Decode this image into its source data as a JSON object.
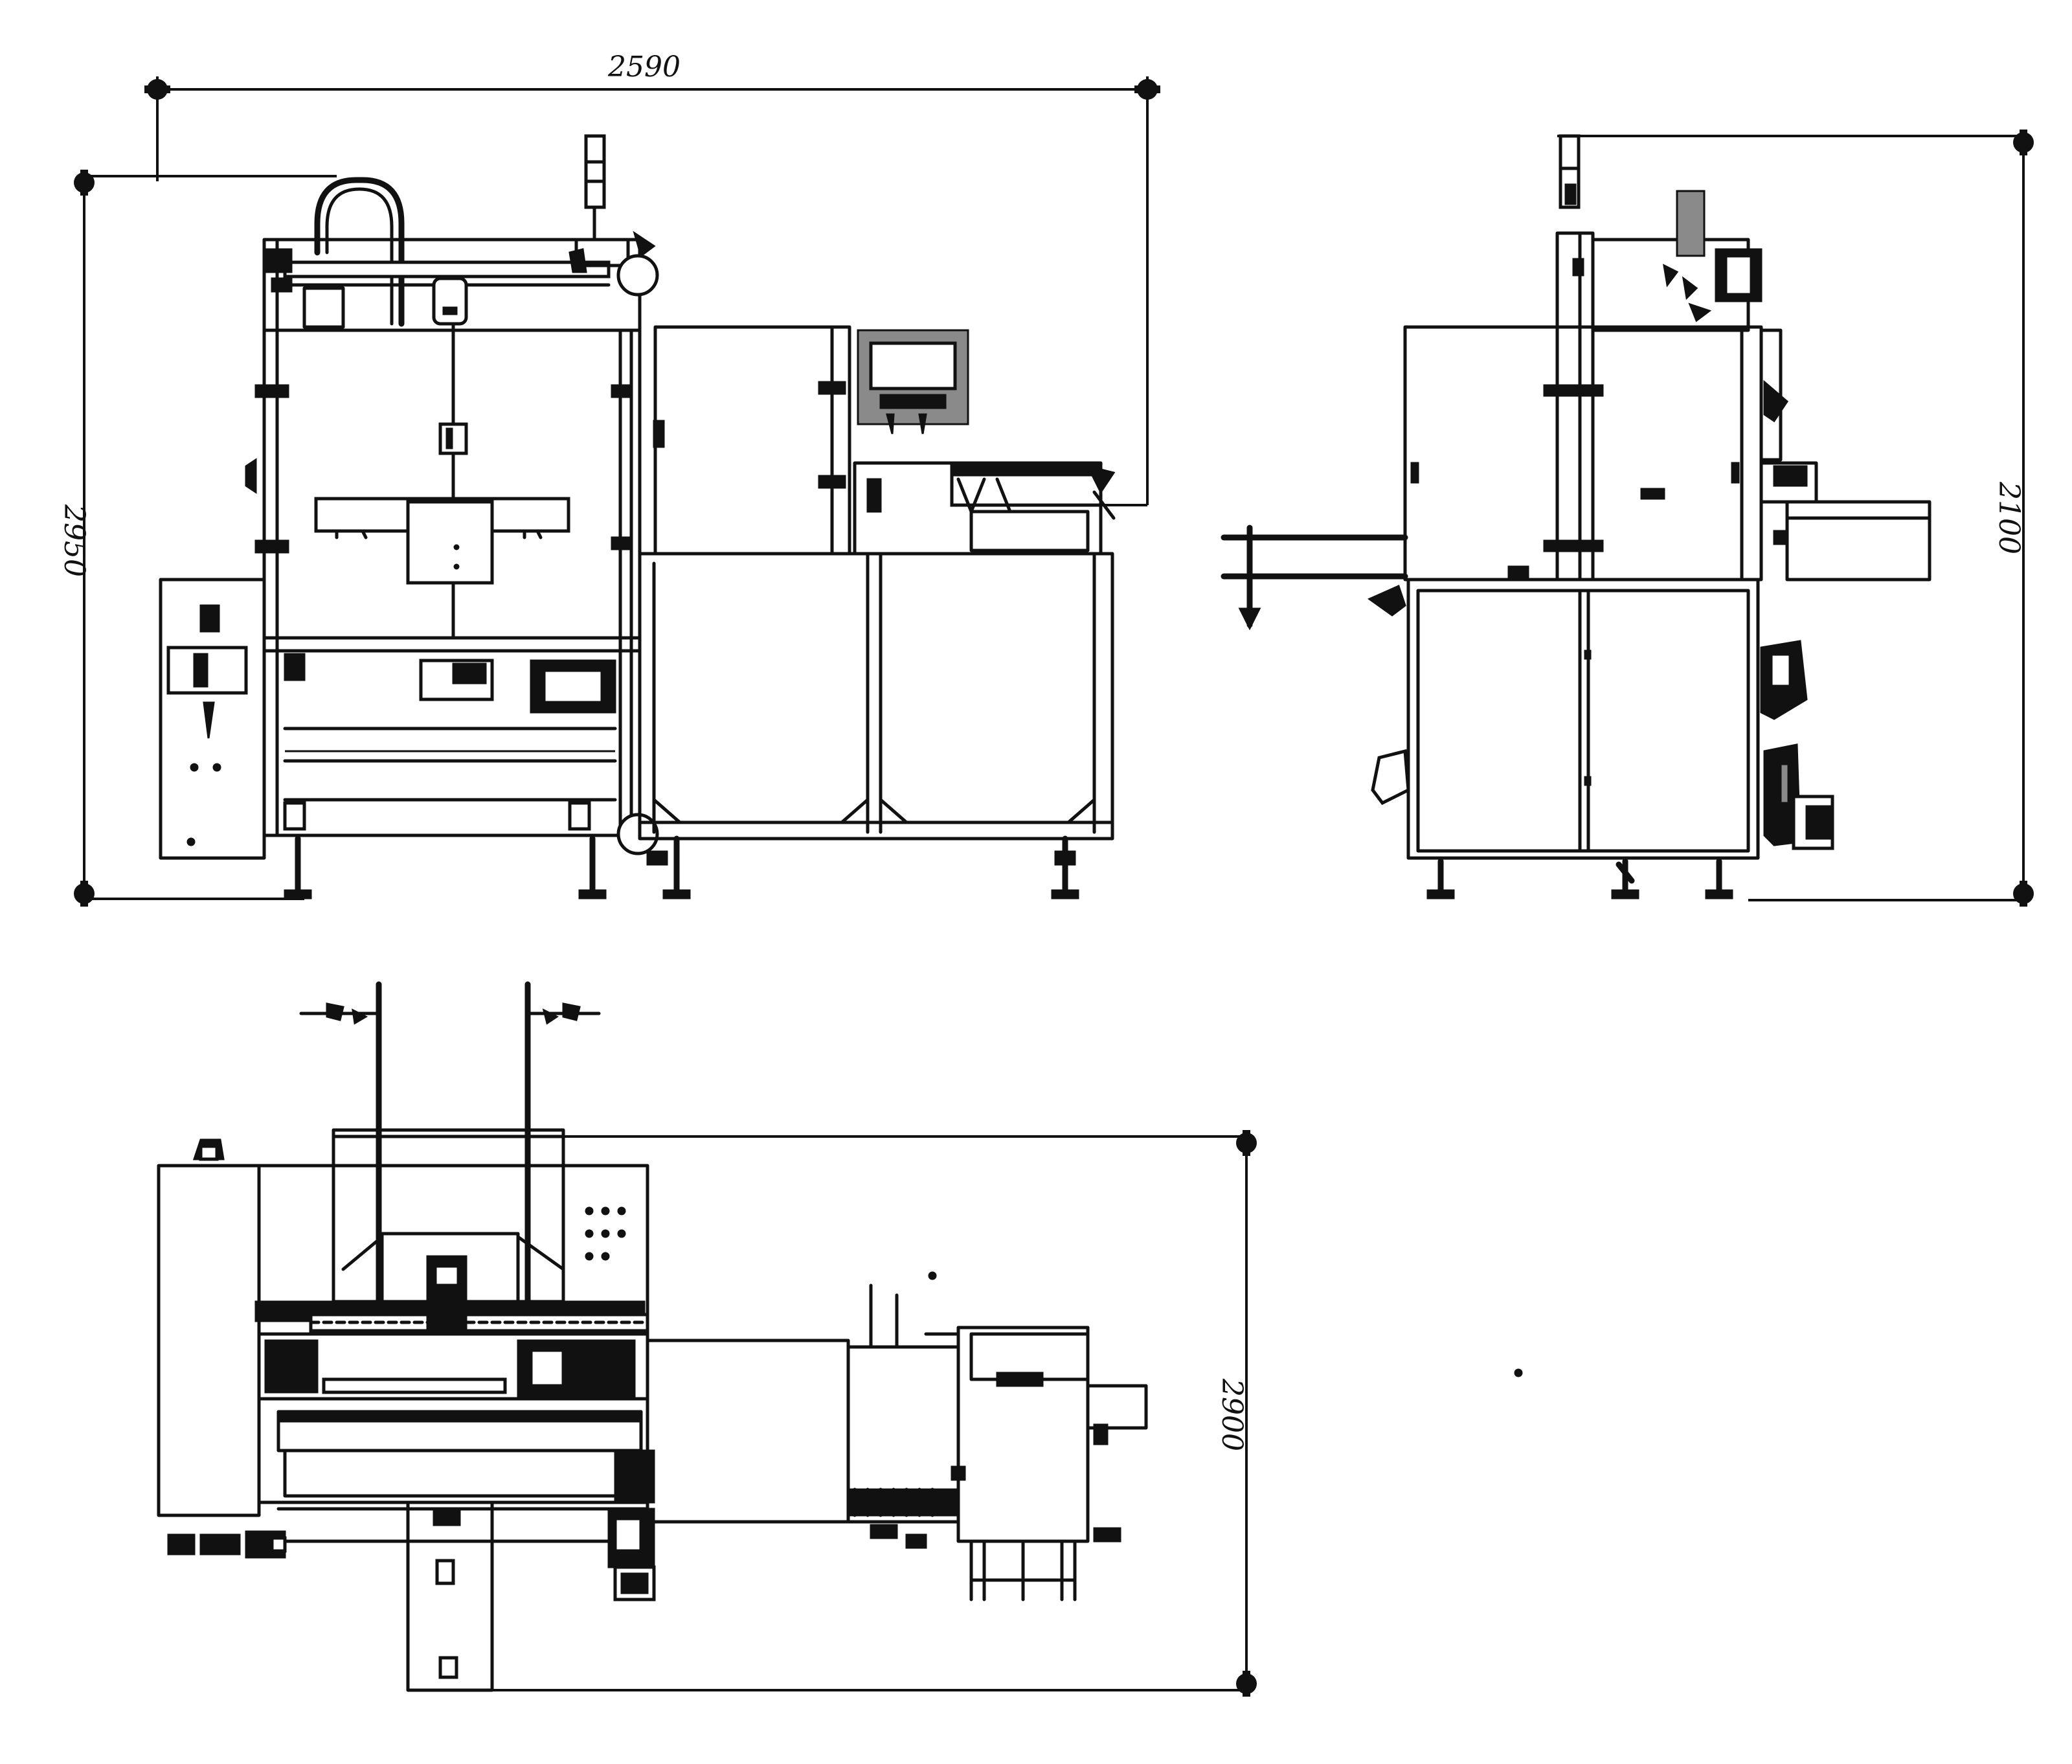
{
  "dimensions": {
    "front_width": "2590",
    "front_height": "2950",
    "side_height": "2100",
    "top_depth": "2900"
  }
}
